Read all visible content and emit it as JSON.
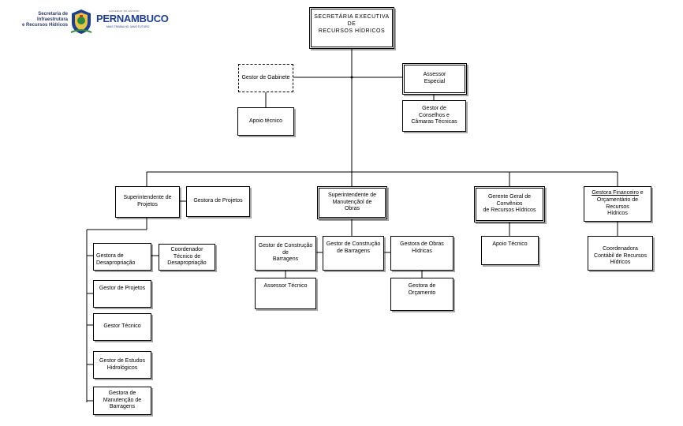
{
  "header": {
    "secretaria_lines": [
      "Secretaria de",
      "Infraestrutura",
      "e Recursos Hídricos"
    ],
    "crest_icon": "pernambuco-crest-icon",
    "governo_small": "GOVERNO DO ESTADO",
    "state_name": "PERNAMBUCO",
    "slogan": "MAIS TRABALHO, MAIS FUTURO"
  },
  "colors": {
    "state_blue": "#1f3f8c",
    "secretaria_text": "#2b3a6b",
    "line": "#000000"
  },
  "org": {
    "root": "SECRETÁRIA  EXECUTIVA  DE\nRECURSOS   HÍDRICOS",
    "gabinete": "Gestor de Gabinete",
    "assessor_especial": "Assessor\nEspecial",
    "apoio_tecnico_gab": "Apoio técnico",
    "conselhos": "Gestor  de\nConselhos e\nCâmaras Técnicas",
    "sup_projetos": "Superintendente  de\nProjetos",
    "gestora_projetos": "Gestora  de Projetos",
    "gestora_desapropriacao": "Gestora de\nDesapropriação",
    "coord_desapropriacao": "Coordenador\nTécnico  de\nDesapropriação",
    "gestor_projetos": "Gestor de Projetos",
    "gestor_tecnico": "Gestor  Técnico",
    "gestor_estudos": "Gestor  de Estudos\nHidrológicos",
    "gestora_manutencao": "Gestora de\nManutenção de\nBarragens",
    "sup_manutencao": "Superintendente de\nManutençãol de\nObras",
    "gestor_construcao_a": "Gestor de Construção\nde\nBarragens",
    "gestor_construcao_b": "Gestor de Construção\nde Barragens",
    "gestora_obras": "Gestora  de Obras\nHídricas",
    "assessor_tecnico": "Assessor Técnico",
    "gestora_orcamento": "Gestora  de\nOrçamento",
    "gerente_convenios": "Gerente Geral de\nConvênios\nde Recursos Hídricos",
    "apoio_tecnico_conv": "Apoio Técnico",
    "gestora_financeiro_underlined": "Gestora Financeiro",
    "gestora_financeiro_rest": " e\nOrçamentário de\nRecursos\nHídricos",
    "coord_contabil": "Coordenadora\nContábil  de Recursos\nHídricos"
  }
}
